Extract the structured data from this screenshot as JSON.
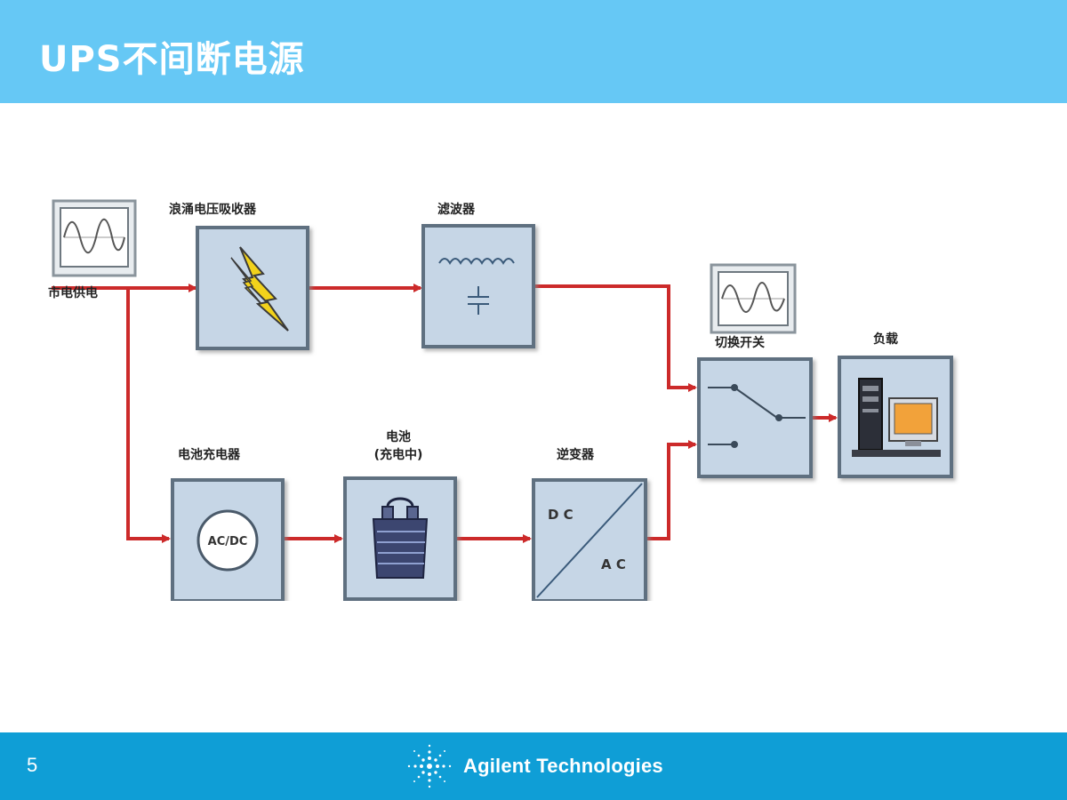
{
  "slide": {
    "title": "UPS不间断电源",
    "page_number": "5"
  },
  "footer": {
    "brand": "Agilent Technologies",
    "brand_icon": "agilent-spark-icon"
  },
  "diagram": {
    "nodes": {
      "mains": {
        "label": "市电供电",
        "icon": "waveform-monitor-icon"
      },
      "surge": {
        "label": "浪涌电压吸收器",
        "icon": "lightning-bolt-icon"
      },
      "filter": {
        "label": "滤波器",
        "icon": "filter-coil-capacitor-icon"
      },
      "charger": {
        "label": "电池充电器",
        "icon_text": "AC/DC"
      },
      "battery": {
        "label": "电池",
        "label2": "(充电中)",
        "icon": "battery-icon"
      },
      "inverter": {
        "label": "逆变器",
        "dc_text": "D C",
        "ac_text": "A C"
      },
      "switch": {
        "label": "切换开关",
        "icon": "switch-icon"
      },
      "load": {
        "label": "负载",
        "icon": "computer-icon"
      }
    },
    "colors": {
      "line": "#cc2a2a",
      "box_fill": "#c6d6e6",
      "box_border": "#5e6f80"
    }
  }
}
